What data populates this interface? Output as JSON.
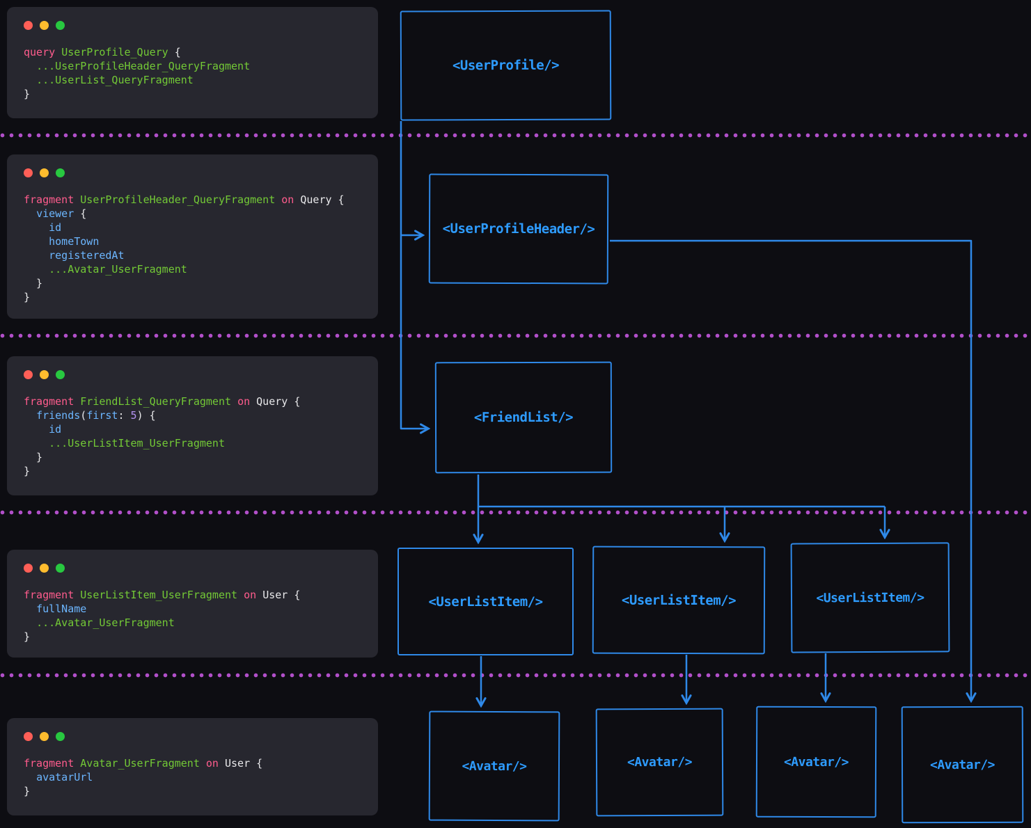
{
  "colors": {
    "page_background": "#0d0d12",
    "panel_background": "#27272f",
    "box_border": "#2f89e8",
    "box_label": "#2e9cff",
    "separator": "#b14fc9",
    "keyword": "#ff5c8d",
    "fragment_name": "#73c936",
    "field_name": "#6cb6ff",
    "type_name": "#e8e8ea",
    "number": "#b392f0",
    "traffic_red": "#ff5f57",
    "traffic_yellow": "#febc2e",
    "traffic_green": "#28c840"
  },
  "panels": [
    {
      "name": "query-panel",
      "lines": [
        [
          {
            "t": "query",
            "c": "kw"
          },
          {
            "t": " ",
            "c": "pn"
          },
          {
            "t": "UserProfile_Query",
            "c": "nm"
          },
          {
            "t": " {",
            "c": "pn"
          }
        ],
        [
          {
            "t": "  ",
            "c": "pn"
          },
          {
            "t": "...UserProfileHeader_QueryFragment",
            "c": "nm"
          }
        ],
        [
          {
            "t": "  ",
            "c": "pn"
          },
          {
            "t": "...UserList_QueryFragment",
            "c": "nm"
          }
        ],
        [
          {
            "t": "}",
            "c": "pn"
          }
        ]
      ]
    },
    {
      "name": "user-profile-header-fragment-panel",
      "lines": [
        [
          {
            "t": "fragment",
            "c": "kw"
          },
          {
            "t": " ",
            "c": "pn"
          },
          {
            "t": "UserProfileHeader_QueryFragment",
            "c": "nm"
          },
          {
            "t": " ",
            "c": "pn"
          },
          {
            "t": "on",
            "c": "kw"
          },
          {
            "t": " ",
            "c": "pn"
          },
          {
            "t": "Query",
            "c": "ty"
          },
          {
            "t": " {",
            "c": "pn"
          }
        ],
        [
          {
            "t": "  ",
            "c": "pn"
          },
          {
            "t": "viewer",
            "c": "fd"
          },
          {
            "t": " {",
            "c": "pn"
          }
        ],
        [
          {
            "t": "    ",
            "c": "pn"
          },
          {
            "t": "id",
            "c": "fd"
          }
        ],
        [
          {
            "t": "    ",
            "c": "pn"
          },
          {
            "t": "homeTown",
            "c": "fd"
          }
        ],
        [
          {
            "t": "    ",
            "c": "pn"
          },
          {
            "t": "registeredAt",
            "c": "fd"
          }
        ],
        [
          {
            "t": "    ",
            "c": "pn"
          },
          {
            "t": "...Avatar_UserFragment",
            "c": "nm"
          }
        ],
        [
          {
            "t": "  }",
            "c": "pn"
          }
        ],
        [
          {
            "t": "}",
            "c": "pn"
          }
        ]
      ]
    },
    {
      "name": "friend-list-fragment-panel",
      "lines": [
        [
          {
            "t": "fragment",
            "c": "kw"
          },
          {
            "t": " ",
            "c": "pn"
          },
          {
            "t": "FriendList_QueryFragment",
            "c": "nm"
          },
          {
            "t": " ",
            "c": "pn"
          },
          {
            "t": "on",
            "c": "kw"
          },
          {
            "t": " ",
            "c": "pn"
          },
          {
            "t": "Query",
            "c": "ty"
          },
          {
            "t": " {",
            "c": "pn"
          }
        ],
        [
          {
            "t": "  ",
            "c": "pn"
          },
          {
            "t": "friends",
            "c": "fd"
          },
          {
            "t": "(",
            "c": "pn"
          },
          {
            "t": "first",
            "c": "fd"
          },
          {
            "t": ": ",
            "c": "pn"
          },
          {
            "t": "5",
            "c": "num"
          },
          {
            "t": ") {",
            "c": "pn"
          }
        ],
        [
          {
            "t": "    ",
            "c": "pn"
          },
          {
            "t": "id",
            "c": "fd"
          }
        ],
        [
          {
            "t": "    ",
            "c": "pn"
          },
          {
            "t": "...UserListItem_UserFragment",
            "c": "nm"
          }
        ],
        [
          {
            "t": "  }",
            "c": "pn"
          }
        ],
        [
          {
            "t": "}",
            "c": "pn"
          }
        ]
      ]
    },
    {
      "name": "user-list-item-fragment-panel",
      "lines": [
        [
          {
            "t": "fragment",
            "c": "kw"
          },
          {
            "t": " ",
            "c": "pn"
          },
          {
            "t": "UserListItem_UserFragment",
            "c": "nm"
          },
          {
            "t": " ",
            "c": "pn"
          },
          {
            "t": "on",
            "c": "kw"
          },
          {
            "t": " ",
            "c": "pn"
          },
          {
            "t": "User",
            "c": "ty"
          },
          {
            "t": " {",
            "c": "pn"
          }
        ],
        [
          {
            "t": "  ",
            "c": "pn"
          },
          {
            "t": "fullName",
            "c": "fd"
          }
        ],
        [
          {
            "t": "  ",
            "c": "pn"
          },
          {
            "t": "...Avatar_UserFragment",
            "c": "nm"
          }
        ],
        [
          {
            "t": "}",
            "c": "pn"
          }
        ]
      ]
    },
    {
      "name": "avatar-fragment-panel",
      "lines": [
        [
          {
            "t": "fragment",
            "c": "kw"
          },
          {
            "t": " ",
            "c": "pn"
          },
          {
            "t": "Avatar_UserFragment",
            "c": "nm"
          },
          {
            "t": " ",
            "c": "pn"
          },
          {
            "t": "on",
            "c": "kw"
          },
          {
            "t": " ",
            "c": "pn"
          },
          {
            "t": "User",
            "c": "ty"
          },
          {
            "t": " {",
            "c": "pn"
          }
        ],
        [
          {
            "t": "  ",
            "c": "pn"
          },
          {
            "t": "avatarUrl",
            "c": "fd"
          }
        ],
        [
          {
            "t": "}",
            "c": "pn"
          }
        ]
      ]
    }
  ],
  "components": [
    {
      "id": "user-profile",
      "label": "<UserProfile/>"
    },
    {
      "id": "user-profile-header",
      "label": "<UserProfileHeader/>"
    },
    {
      "id": "friend-list",
      "label": "<FriendList/>"
    },
    {
      "id": "user-list-item-1",
      "label": "<UserListItem/>"
    },
    {
      "id": "user-list-item-2",
      "label": "<UserListItem/>"
    },
    {
      "id": "user-list-item-3",
      "label": "<UserListItem/>"
    },
    {
      "id": "avatar-1",
      "label": "<Avatar/>"
    },
    {
      "id": "avatar-2",
      "label": "<Avatar/>"
    },
    {
      "id": "avatar-3",
      "label": "<Avatar/>"
    },
    {
      "id": "avatar-4",
      "label": "<Avatar/>"
    }
  ]
}
